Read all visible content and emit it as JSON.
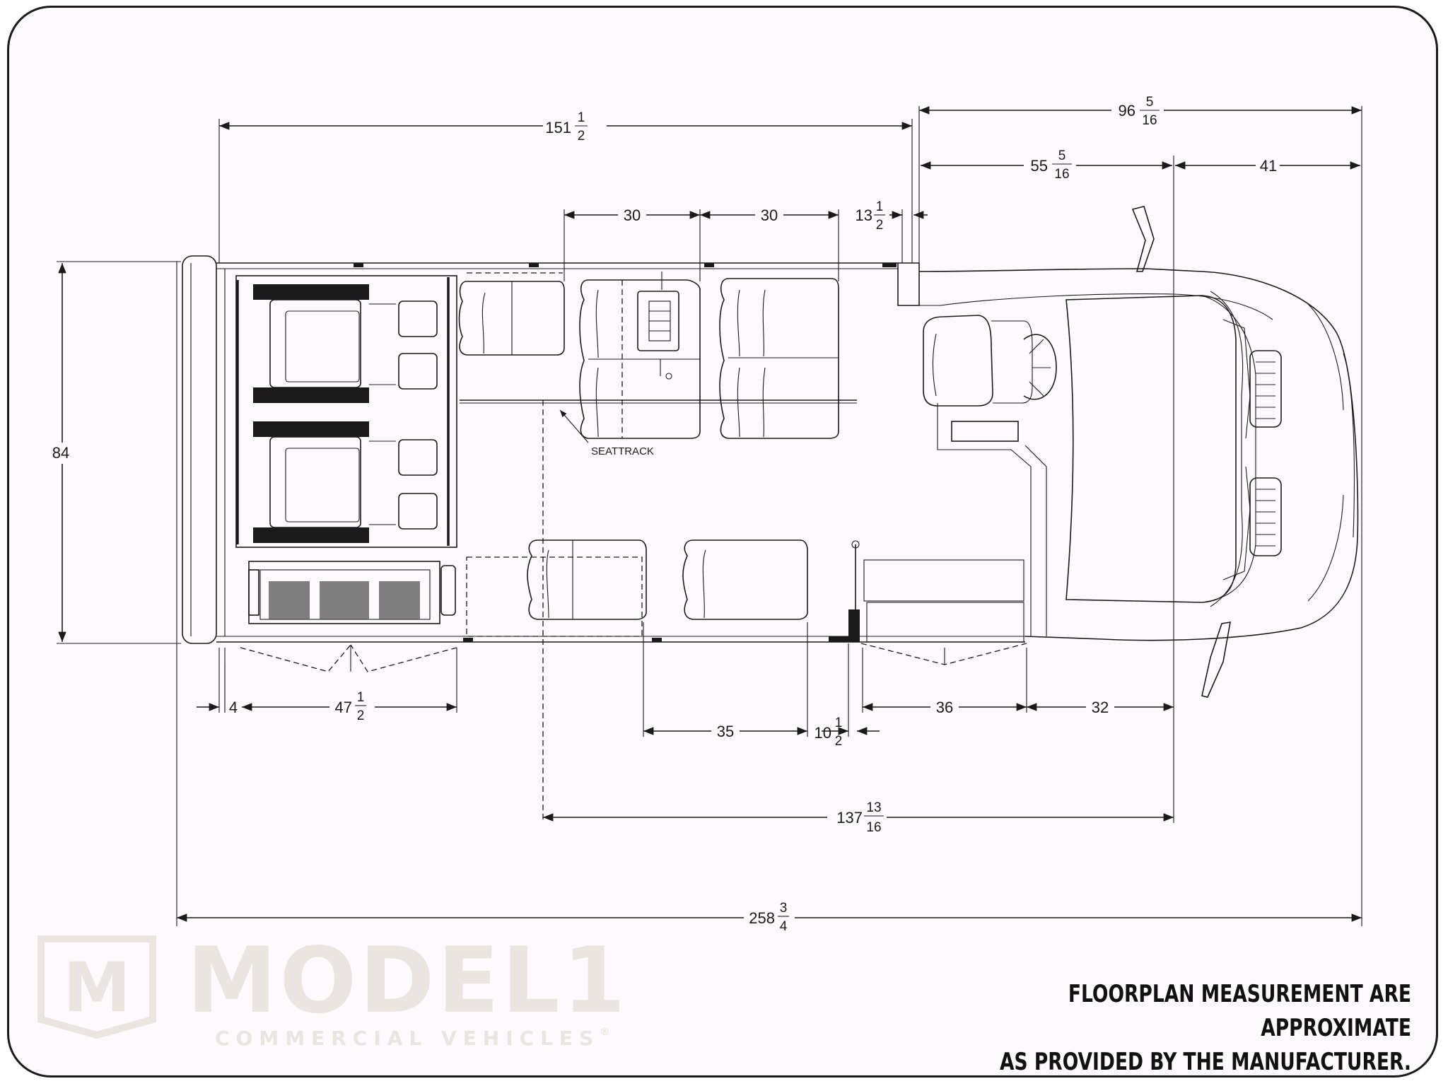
{
  "dimensions": {
    "d151": {
      "whole": "151",
      "num": "1",
      "den": "2"
    },
    "d96": {
      "whole": "96",
      "num": "5",
      "den": "16"
    },
    "d55": {
      "whole": "55",
      "num": "5",
      "den": "16"
    },
    "d41": {
      "whole": "41"
    },
    "d30a": {
      "whole": "30"
    },
    "d30b": {
      "whole": "30"
    },
    "d13": {
      "whole": "13",
      "num": "1",
      "den": "2"
    },
    "d84": {
      "whole": "84"
    },
    "d4": {
      "whole": "4"
    },
    "d47": {
      "whole": "47",
      "num": "1",
      "den": "2"
    },
    "d36": {
      "whole": "36"
    },
    "d32": {
      "whole": "32"
    },
    "d35": {
      "whole": "35"
    },
    "d10": {
      "whole": "10",
      "num": "1",
      "den": "2"
    },
    "d137": {
      "whole": "137",
      "num": "13",
      "den": "16"
    },
    "d258": {
      "whole": "258",
      "num": "3",
      "den": "4"
    }
  },
  "callouts": {
    "seattrack": "SEATTRACK"
  },
  "logo": {
    "word": "MODEL1",
    "subtitle": "COMMERCIAL VEHICLES",
    "mark": "M",
    "registered": "®"
  },
  "note": {
    "line1": "FLOORPLAN MEASUREMENT ARE APPROXIMATE",
    "line2": "AS PROVIDED BY THE MANUFACTURER."
  },
  "colors": {
    "ink": "#1a1a1a",
    "background": "#fdf9fd",
    "logo": "#eae6df"
  }
}
